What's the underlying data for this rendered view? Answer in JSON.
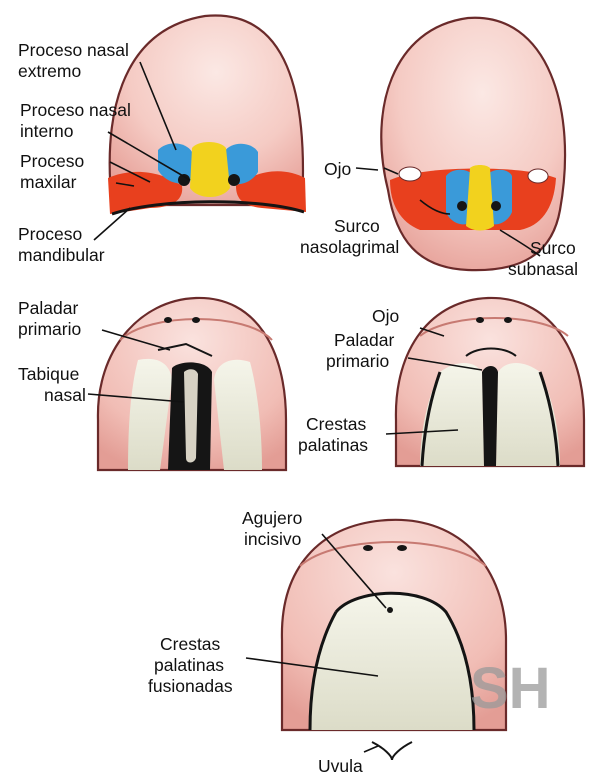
{
  "labels": {
    "proceso_nasal_extremo": [
      "Proceso nasal",
      "extremo"
    ],
    "proceso_nasal_interno": [
      "Proceso nasal",
      "interno"
    ],
    "proceso_maxilar": [
      "Proceso",
      "maxilar"
    ],
    "proceso_mandibular": [
      "Proceso",
      "mandibular"
    ],
    "ojo_1": "Ojo",
    "surco_nasolagrimal": [
      "Surco",
      "nasolagrimal"
    ],
    "surco_subnasal": [
      "Surco",
      "subnasal"
    ],
    "paladar_primario_1": [
      "Paladar",
      "primario"
    ],
    "tabique_nasal": [
      "Tabique",
      "nasal"
    ],
    "ojo_2": "Ojo",
    "paladar_primario_2": [
      "Paladar",
      "primario"
    ],
    "crestas_palatinas": [
      "Crestas",
      "palatinas"
    ],
    "agujero_incisivo": [
      "Agujero",
      "incisivo"
    ],
    "crestas_palatinas_fusionadas": [
      "Crestas",
      "palatinas",
      "fusionadas"
    ],
    "uvula": "Uvula"
  },
  "watermark": "SH",
  "colors": {
    "skin": "#f4c8c2",
    "skin_dark": "#e9a39b",
    "nasal_lateral": "#3a9ad9",
    "nasal_medial": "#f2d21e",
    "maxillary": "#e8401e",
    "palate": "#eeeede",
    "cavity": "#151515",
    "watermark": "#9a9a9a"
  }
}
